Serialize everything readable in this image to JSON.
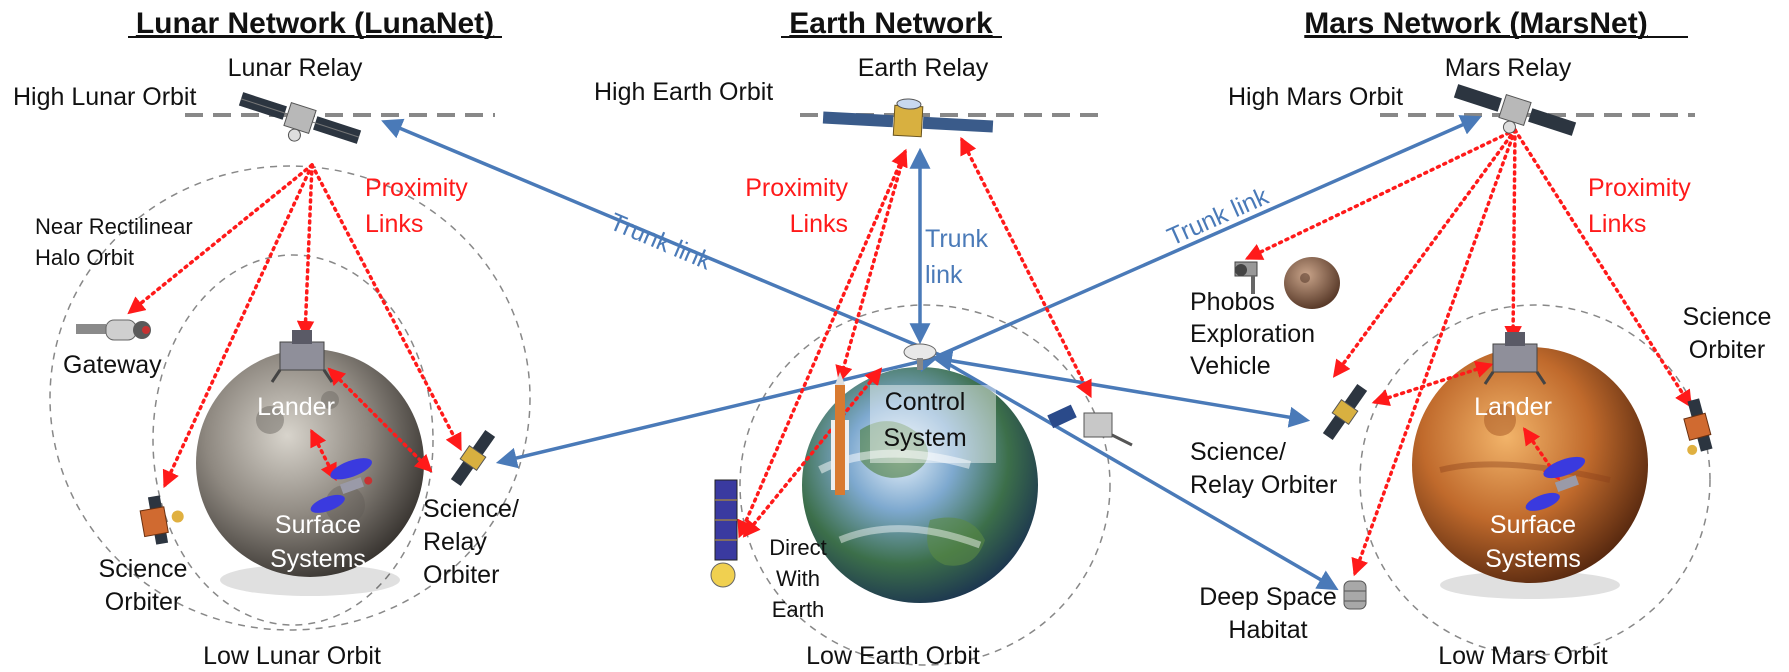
{
  "titles": {
    "lunar": "Lunar Network (LunaNet)",
    "earth": "Earth Network",
    "mars": "Mars Network (MarsNet)"
  },
  "lunar": {
    "relay": "Lunar Relay",
    "high_orbit": "High Lunar Orbit",
    "proximity_1": "Proximity",
    "proximity_2": "Links",
    "nrho_1": "Near Rectilinear",
    "nrho_2": "Halo Orbit",
    "gateway": "Gateway",
    "lander": "Lander",
    "surface_1": "Surface",
    "surface_2": "Systems",
    "science_orbiter_1": "Science",
    "science_orbiter_2": "Orbiter",
    "sci_relay_1": "Science/",
    "sci_relay_2": "Relay",
    "sci_relay_3": "Orbiter",
    "low_orbit": "Low Lunar Orbit"
  },
  "earth": {
    "relay": "Earth Relay",
    "high_orbit": "High Earth Orbit",
    "proximity_1": "Proximity",
    "proximity_2": "Links",
    "trunk_1": "Trunk",
    "trunk_2": "link",
    "control_1": "Control",
    "control_2": "System",
    "dwe_1": "Direct",
    "dwe_2": "With",
    "dwe_3": "Earth",
    "low_orbit": "Low Earth Orbit"
  },
  "trunk_left": "Trunk link",
  "trunk_right": "Trunk link",
  "mars": {
    "relay": "Mars Relay",
    "high_orbit": "High Mars Orbit",
    "proximity_1": "Proximity",
    "proximity_2": "Links",
    "phobos_1": "Phobos",
    "phobos_2": "Exploration",
    "phobos_3": "Vehicle",
    "science_orbiter_1": "Science",
    "science_orbiter_2": "Orbiter",
    "lander": "Lander",
    "sci_relay_1": "Science/",
    "sci_relay_2": "Relay Orbiter",
    "surface_1": "Surface",
    "surface_2": "Systems",
    "habitat_1": "Deep Space",
    "habitat_2": "Habitat",
    "low_orbit": "Low Mars Orbit"
  },
  "colors": {
    "trunk": "#4a7ab8",
    "proximity": "#ff1a1a",
    "orbit_dash": "#888888"
  }
}
